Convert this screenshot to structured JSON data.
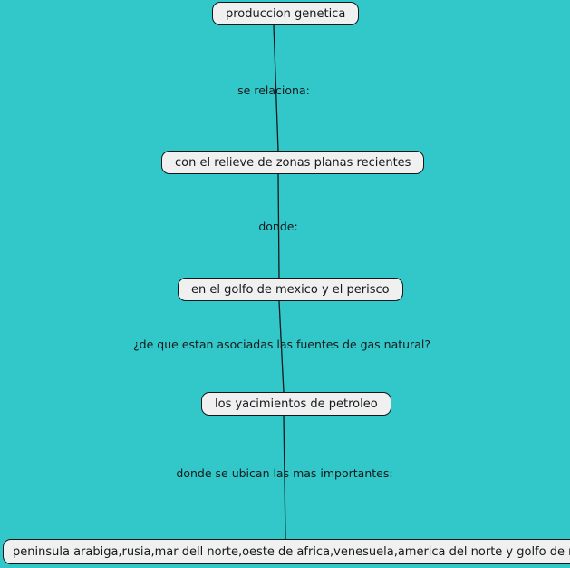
{
  "canvas": {
    "background_color": "#32c8ca",
    "node_fill_color": "#f0f0f0",
    "node_border_color": "#14181a",
    "text_color": "#14181a",
    "edge_color": "#14181a"
  },
  "concept_map": {
    "nodes": [
      {
        "id": "n1",
        "label": "produccion genetica"
      },
      {
        "id": "n2",
        "label": "con el relieve de zonas planas recientes"
      },
      {
        "id": "n3",
        "label": "en el golfo de mexico y el perisco"
      },
      {
        "id": "n4",
        "label": "los yacimientos de petroleo"
      },
      {
        "id": "n5",
        "label": "peninsula arabiga,rusia,mar dell norte,oeste de africa,venesuela,america del norte y golfo de mexico"
      }
    ],
    "edges": [
      {
        "id": "e1",
        "from": "n1",
        "to": "n2",
        "label": "se relaciona:"
      },
      {
        "id": "e2",
        "from": "n2",
        "to": "n3",
        "label": "donde:"
      },
      {
        "id": "e3",
        "from": "n3",
        "to": "n4",
        "label": "¿de que estan asociadas las fuentes de gas natural?"
      },
      {
        "id": "e4",
        "from": "n4",
        "to": "n5",
        "label": "donde se ubican las mas importantes:"
      }
    ]
  }
}
